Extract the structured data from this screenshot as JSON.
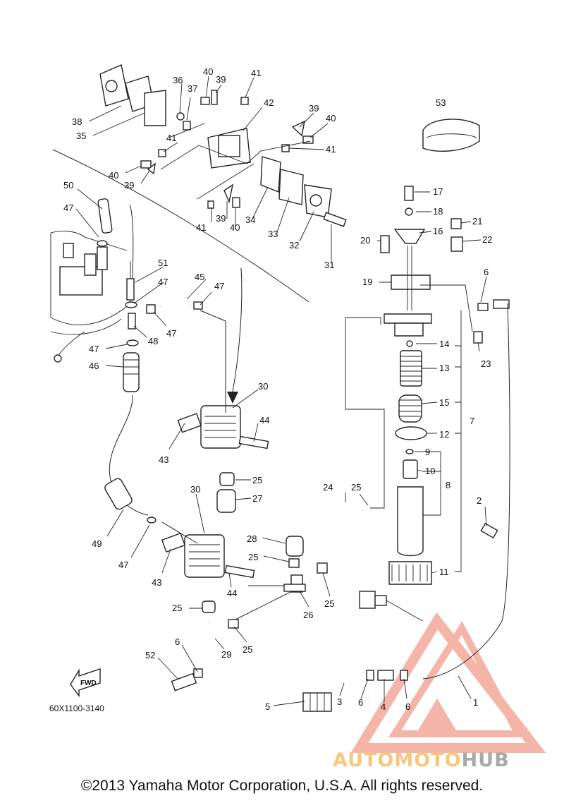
{
  "diagram": {
    "part_code": "60X1100-3140",
    "fwd_label": "FWD",
    "callouts": [
      "1",
      "2",
      "3",
      "4",
      "5",
      "6",
      "7",
      "8",
      "9",
      "10",
      "11",
      "12",
      "13",
      "14",
      "15",
      "16",
      "17",
      "18",
      "19",
      "20",
      "21",
      "22",
      "23",
      "24",
      "25",
      "26",
      "27",
      "28",
      "29",
      "30",
      "31",
      "32",
      "33",
      "34",
      "35",
      "36",
      "37",
      "38",
      "39",
      "40",
      "41",
      "42",
      "43",
      "44",
      "45",
      "46",
      "47",
      "48",
      "49",
      "50",
      "51",
      "52",
      "53"
    ]
  },
  "watermark": {
    "brand_part1": "AUTOMOTO",
    "brand_part2": "HUB",
    "color_primary": "#f4a79a",
    "color_secondary": "#f5c77f",
    "color_hub": "#a8a8a8"
  },
  "footer": {
    "copyright": "©2013 Yamaha Motor Corporation, U.S.A. All rights reserved."
  }
}
